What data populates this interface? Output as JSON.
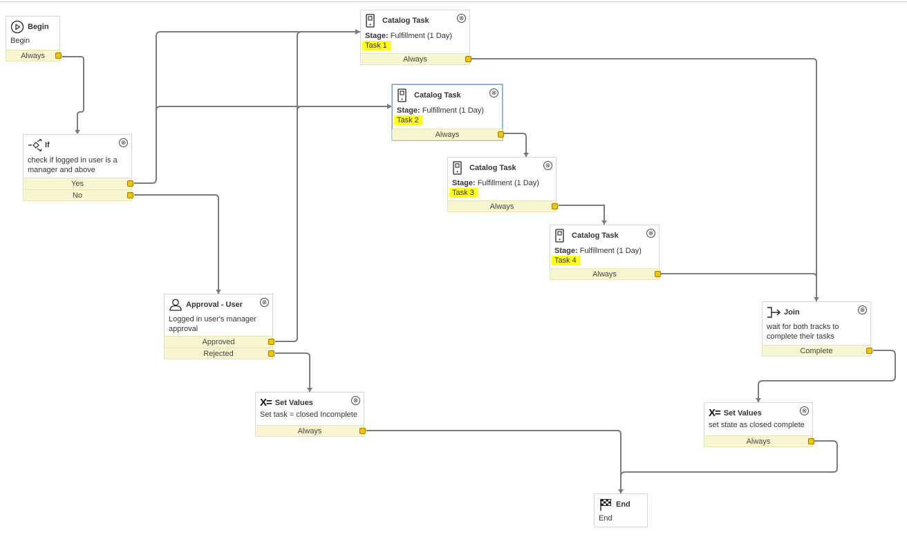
{
  "nodes": {
    "begin": {
      "title": "Begin",
      "desc": "Begin",
      "exit": "Always"
    },
    "task1": {
      "title": "Catalog Task",
      "stage_label": "Stage:",
      "stage_value": "Fulfillment",
      "duration": "(1 Day)",
      "task": "Task 1",
      "exit": "Always"
    },
    "task2": {
      "title": "Catalog Task",
      "stage_label": "Stage:",
      "stage_value": "Fulfillment",
      "duration": "(1 Day)",
      "task": "Task 2",
      "exit": "Always"
    },
    "task3": {
      "title": "Catalog Task",
      "stage_label": "Stage:",
      "stage_value": "Fulfillment",
      "duration": "(1 Day)",
      "task": "Task 3",
      "exit": "Always"
    },
    "task4": {
      "title": "Catalog Task",
      "stage_label": "Stage:",
      "stage_value": "Fulfillment",
      "duration": "(1 Day)",
      "task": "Task 4",
      "exit": "Always"
    },
    "if": {
      "title": "If",
      "desc": "check if logged in user is a manager and above",
      "exit_yes": "Yes",
      "exit_no": "No"
    },
    "approval": {
      "title": "Approval - User",
      "desc": "Logged in user's manager approval",
      "exit_approved": "Approved",
      "exit_rejected": "Rejected"
    },
    "setvalues1": {
      "title": "Set Values",
      "desc": "Set task = closed Incomplete",
      "exit": "Always"
    },
    "join": {
      "title": "Join",
      "desc": "wait for both tracks to complete their tasks",
      "exit": "Complete"
    },
    "setvalues2": {
      "title": "Set Values",
      "desc": "set state as closed complete",
      "exit": "Always"
    },
    "end": {
      "title": "End",
      "desc": "End"
    }
  },
  "icons": {
    "close": "close-circle-icon",
    "catalog_task": "catalog-task-icon",
    "begin": "play-circle-icon",
    "if": "branch-icon",
    "approval": "user-icon",
    "set_values": "set-values-icon",
    "join": "join-icon",
    "end": "checkered-flag-icon"
  },
  "colors": {
    "highlight": "#ffff1a",
    "exit_bg": "#f7f6d0",
    "port": "#f4c400",
    "wire": "#7a7a7a",
    "selected_border": "#7fa6d9"
  },
  "close_glyph": "⊗"
}
